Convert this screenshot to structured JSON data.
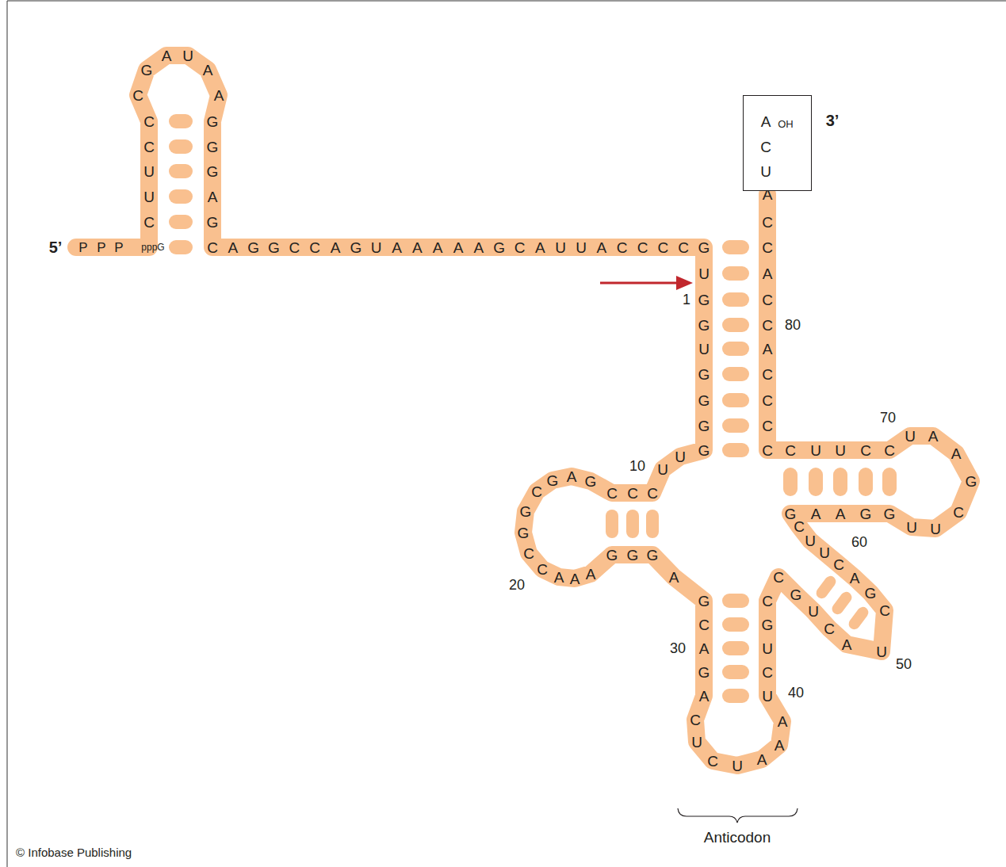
{
  "diagram": {
    "nodes": [
      {
        "text": [
          "A",
          "OH",
          "C",
          "U"
        ]
      }
    ],
    "labels": [
      "5’",
      "P",
      "P",
      "P",
      "pppG",
      "C",
      "U",
      "U",
      "C",
      "C",
      "C",
      "G",
      "A",
      "U",
      "A",
      "A",
      "G",
      "G",
      "G",
      "A",
      "G",
      "C",
      "A",
      "G",
      "G",
      "C",
      "C",
      "A",
      "G",
      "U",
      "A",
      "A",
      "A",
      "A",
      "A",
      "G",
      "C",
      "A",
      "U",
      "U",
      "A",
      "C",
      "C",
      "C",
      "C",
      "G",
      "U",
      "G",
      "G",
      "U",
      "G",
      "G",
      "G",
      "G",
      "U",
      "U",
      "C",
      "C",
      "C",
      "G",
      "A",
      "G",
      "C",
      "G",
      "G",
      "C",
      "C",
      "A",
      "A",
      "A",
      "G",
      "G",
      "G",
      "A",
      "G",
      "C",
      "A",
      "G",
      "A",
      "C",
      "U",
      "C",
      "U",
      "A",
      "A",
      "A",
      "U",
      "C",
      "U",
      "G",
      "C",
      "C",
      "G",
      "U",
      "C",
      "A",
      "U",
      "C",
      "G",
      "A",
      "C",
      "U",
      "U",
      "C",
      "G",
      "A",
      "A",
      "G",
      "G",
      "U",
      "U",
      "C",
      "G",
      "A",
      "A",
      "U",
      "C",
      "C",
      "U",
      "U",
      "C",
      "C",
      "C",
      "C",
      "C",
      "A",
      "C",
      "C",
      "A",
      "C",
      "C",
      "A",
      "1",
      "10",
      "20",
      "30",
      "40",
      "50",
      "60",
      "70",
      "80",
      "3’",
      "Anticodon",
      "© Infobase Publishing"
    ]
  }
}
